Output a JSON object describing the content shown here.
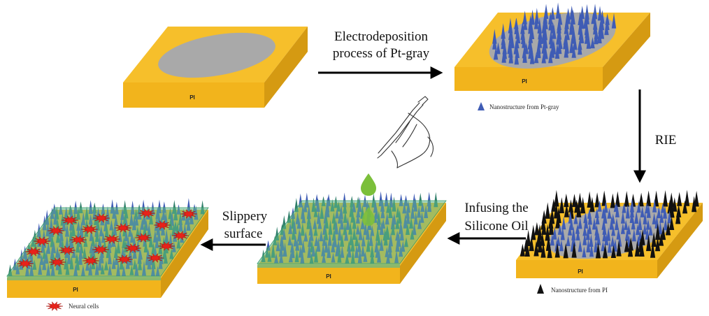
{
  "colors": {
    "substrate_top": "#f6bf2b",
    "substrate_front": "#f2b41c",
    "substrate_side": "#d59a12",
    "gray_electrode": "#a9a9a9",
    "nano_pt": "#3f5cb5",
    "nano_pi": "#111111",
    "oil_layer": "#5fb88c",
    "oil_drop": "#7bbf3a",
    "neural_cell": "#e8221a"
  },
  "substrate_label": "PI",
  "steps": {
    "electrodeposition": {
      "line1": "Electrodeposition",
      "line2": "process of Pt-gray"
    },
    "rie": {
      "label": "RIE"
    },
    "infusing": {
      "line1": "Infusing the",
      "line2": "Silicone Oil"
    },
    "slippery": {
      "line1": "Slippery",
      "line2": "surface"
    }
  },
  "legends": {
    "pt_gray": "Nanostructure from Pt-gray",
    "pi": "Nanostructure from PI",
    "neural": "Neural cells"
  },
  "icons": {
    "pipette": "pipette-hand-icon",
    "drop": "oil-drop-icon",
    "cell": "neural-cell-icon"
  }
}
